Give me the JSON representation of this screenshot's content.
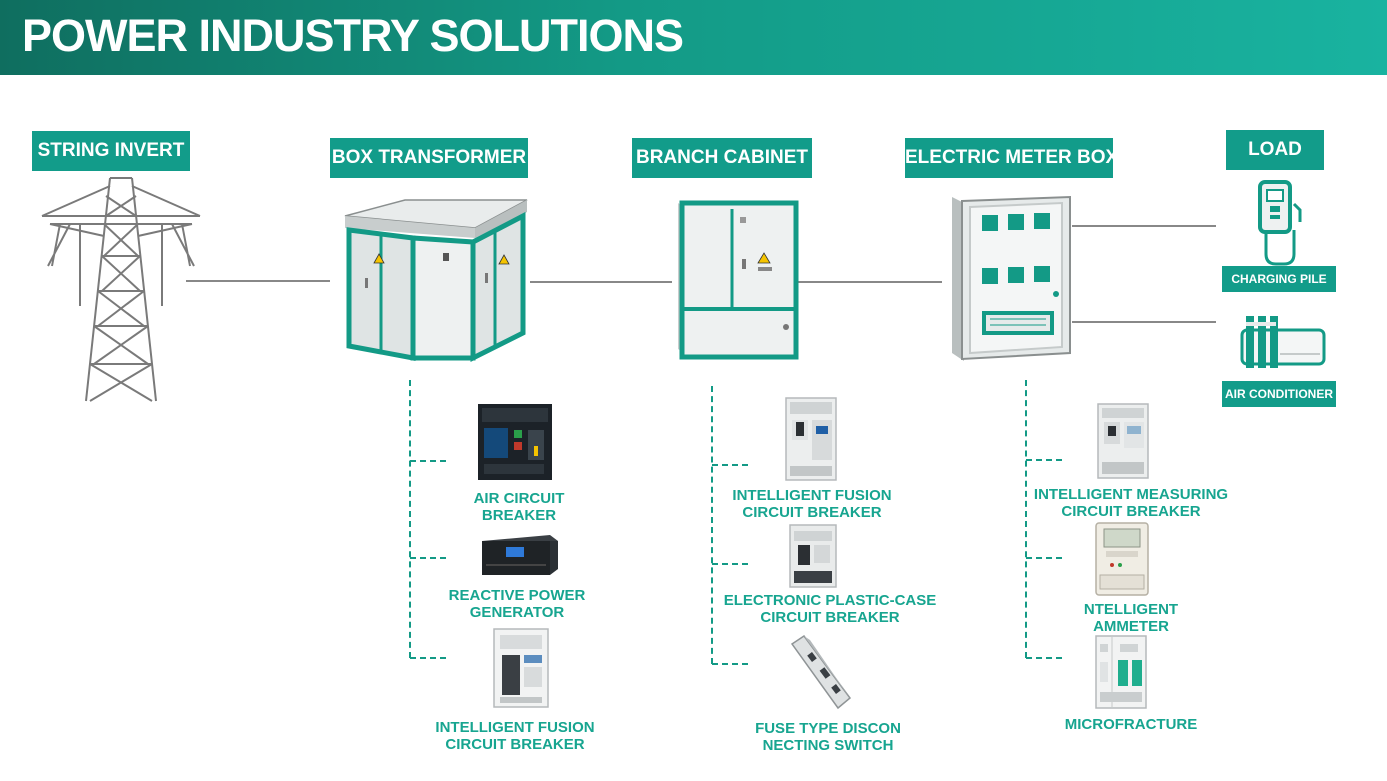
{
  "header": {
    "title": "POWER INDUSTRY SOLUTIONS"
  },
  "stages": {
    "string_invert": "STRING INVERT",
    "box_transformer": "BOX TRANSFORMER",
    "branch_cabinet": "BRANCH CABINET",
    "electric_meter_box": "ELECTRIC METER BOX",
    "load": "LOAD"
  },
  "loads": {
    "charging_pile": "CHARGING PILE",
    "air_conditioner": "AIR CONDITIONER"
  },
  "products": {
    "box_transformer": [
      "AIR CIRCUIT\nBREAKER",
      "REACTIVE POWER\nGENERATOR",
      "INTELLIGENT FUSION\nCIRCUIT BREAKER"
    ],
    "branch_cabinet": [
      "INTELLIGENT FUSION\nCIRCUIT BREAKER",
      "ELECTRONIC PLASTIC-CASE\nCIRCUIT BREAKER",
      "FUSE TYPE DISCON\nNECTING SWITCH"
    ],
    "electric_meter_box": [
      "INTELLIGENT MEASURING\nCIRCUIT BREAKER",
      "NTELLIGENT\nAMMETER",
      "MICROFRACTURE"
    ]
  },
  "colors": {
    "accent": "#129c8a",
    "accent_text": "#17a590",
    "line": "#888888"
  }
}
